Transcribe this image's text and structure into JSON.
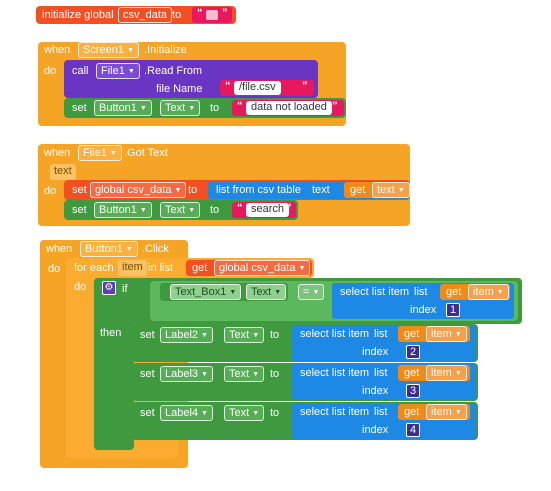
{
  "init_global": {
    "label": "initialize global",
    "var_name": "csv_data",
    "to": "to"
  },
  "screen_init": {
    "when": "when",
    "component": "Screen1",
    "event": ".Initialize",
    "do": "do",
    "call": "call",
    "call_component": "File1",
    "method": ".Read From",
    "param_label": "file Name",
    "file_name": "/file.csv",
    "set": "set",
    "set_component": "Button1",
    "set_property": "Text",
    "to": "to",
    "set_value": "data not loaded"
  },
  "file_got_text": {
    "when": "when",
    "component": "File1",
    "event": ".Got Text",
    "param": "text",
    "do": "do",
    "set1": "set",
    "var": "global csv_data",
    "to": "to",
    "list_from_csv": "list from csv table",
    "text_socket": "text",
    "get": "get",
    "get_var": "text",
    "set2": "set",
    "set2_component": "Button1",
    "set2_property": "Text",
    "to2": "to",
    "set2_value": "search"
  },
  "button_click": {
    "when": "when",
    "component": "Button1",
    "event": ".Click",
    "do": "do",
    "foreach": "for each",
    "item_var": "item",
    "in_list": "in list",
    "get": "get",
    "list_var": "global csv_data",
    "do2": "do",
    "if": "if",
    "textbox": "Text_Box1",
    "textbox_prop": "Text",
    "eq": "=",
    "select_list_item": "select list item",
    "list_socket": "list",
    "index_socket": "index",
    "item_ref": "item",
    "then": "then",
    "rows": [
      {
        "set": "set",
        "component": "Label2",
        "property": "Text",
        "to": "to",
        "index": "2"
      },
      {
        "set": "set",
        "component": "Label3",
        "property": "Text",
        "to": "to",
        "index": "3"
      },
      {
        "set": "set",
        "component": "Label4",
        "property": "Text",
        "to": "to",
        "index": "4"
      }
    ],
    "if_index": "1"
  },
  "colors": {
    "event_orange": "#f5a426",
    "variable_red": "#f25022",
    "component_purple": "#6a35c3",
    "setter_green": "#3f9a3f",
    "list_blue": "#1e88e5",
    "text_pink": "#e8185f"
  }
}
